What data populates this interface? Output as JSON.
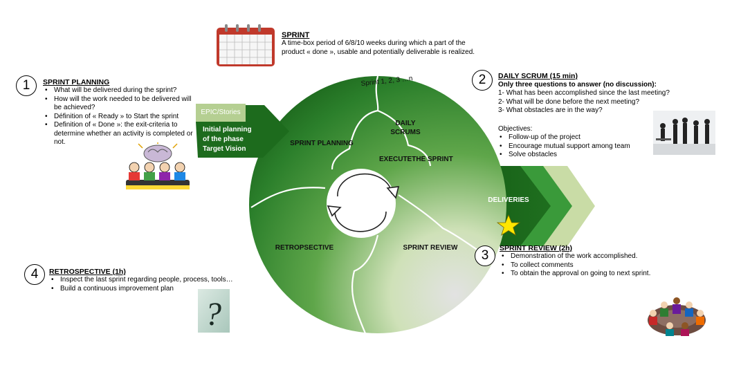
{
  "sprint": {
    "title": "SPRINT",
    "lines": [
      "A time-box period of 6/8/10 weeks during which a part of the",
      "product « done », usable and potentially deliverable is realized."
    ]
  },
  "planning": {
    "number": "1",
    "title": "SPRINT PLANNING",
    "items": [
      "What will be delivered during the sprint?",
      "How will the work needed to be delivered will be achieved?",
      "Définition of « Ready » to Start the sprint",
      "Definition of « Done »: the exit-criteria to determine whether an activity is completed or not."
    ]
  },
  "scrum": {
    "number": "2",
    "title": "DAILY SCRUM (15 min)",
    "subtitle": "Only three questions to answer (no discussion):",
    "questions": [
      "1- What has been accomplished since the last meeting?",
      "2- What will be done before the next meeting?",
      "3- What obstacles are in the way?"
    ],
    "objectives_label": "Objectives:",
    "objectives": [
      "Follow-up of the project",
      "Encourage mutual support among team",
      "Solve obstacles"
    ]
  },
  "review": {
    "number": "3",
    "title": "SPRINT REVIEW (2h)",
    "items": [
      "Demonstration of the work accomplished.",
      "To collect comments",
      "To obtain the approval on going to next sprint."
    ]
  },
  "retro": {
    "number": "4",
    "title": "RETROSPECTIVE (1h)",
    "items": [
      "Inspect the last sprint regarding people, process, tools…",
      "Build a continuous improvement plan"
    ]
  },
  "cycle": {
    "arc_label": "Sprint 1, 2, 3 …n",
    "segments": {
      "planning": "SPRINT PLANNING",
      "daily_line1": "DAILY",
      "daily_line2": "SCRUMS",
      "execute": "EXECUTETHE SPRINT",
      "review": "SPRINT REVIEW",
      "retro": "RETROPSECTIVE"
    }
  },
  "epic": {
    "tag": "EPIC/Stories",
    "line1": "Initial planning",
    "line2": "of the phase",
    "line3": "Target Vision"
  },
  "deliveries": {
    "label": "DELIVERIES"
  },
  "colors": {
    "dark_green": "#1e6b1e",
    "mid_green": "#3a9a3a",
    "light_green": "#c9dca6",
    "epic_tag_bg": "#b5cf92",
    "star": "#ffe600"
  },
  "icons": [
    "calendar-icon",
    "brain-meeting-icon",
    "business-people-icon",
    "question-mark-icon",
    "team-meeting-icon",
    "star-icon",
    "cycle-arrows-icon"
  ]
}
